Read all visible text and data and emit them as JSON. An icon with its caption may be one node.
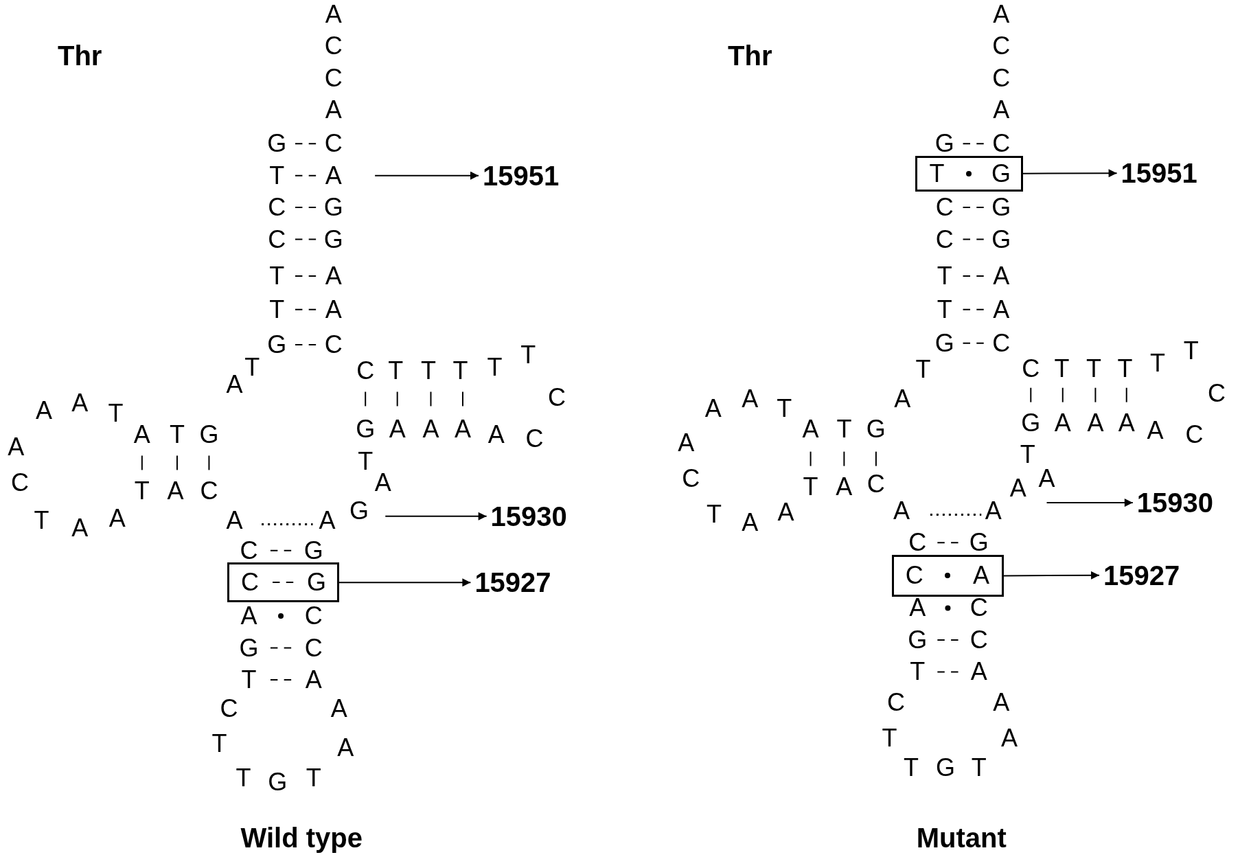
{
  "diagram": {
    "nodes": [
      {
        "text": [
          "15951"
        ]
      },
      {
        "text": [
          "15930"
        ]
      },
      {
        "text": [
          "C",
          "G"
        ]
      },
      {
        "text": [
          "15927"
        ]
      },
      {
        "text": [
          "T",
          "G"
        ]
      },
      {
        "text": [
          "15951"
        ]
      },
      {
        "text": [
          "15930"
        ]
      },
      {
        "text": [
          "C",
          "A"
        ]
      },
      {
        "text": [
          "15927"
        ]
      }
    ],
    "edges": [
      {
        "from": null,
        "to": 0,
        "arrow": "to"
      },
      {
        "from": null,
        "to": 1,
        "arrow": "to"
      },
      {
        "from": 2,
        "to": 3,
        "arrow": "to"
      },
      {
        "from": 4,
        "to": 5,
        "arrow": "to"
      },
      {
        "from": null,
        "to": 6,
        "arrow": "to"
      },
      {
        "from": 7,
        "to": 8,
        "arrow": "to"
      }
    ],
    "labels": [
      "Thr",
      "A",
      "C",
      "C",
      "A",
      "G",
      "C",
      "T",
      "A",
      "C",
      "G",
      "C",
      "G",
      "T",
      "A",
      "T",
      "A",
      "G",
      "C",
      "T",
      "C",
      "T",
      "T",
      "T",
      "T",
      "T",
      "A",
      "A",
      "A",
      "T",
      "C",
      "A",
      "T",
      "G",
      "G",
      "A",
      "A",
      "A",
      "A",
      "C",
      "A",
      "T",
      "C",
      "T",
      "A",
      "C",
      "A",
      "T",
      "A",
      "A",
      "A",
      "A",
      "G",
      "C",
      "G",
      "A",
      "C",
      "G",
      "C",
      "T",
      "A",
      "C",
      "A",
      "T",
      "A",
      "T",
      "G",
      "T",
      "Wild type",
      "Thr",
      "A",
      "C",
      "C",
      "A",
      "G",
      "C",
      "C",
      "G",
      "C",
      "G",
      "T",
      "A",
      "T",
      "A",
      "G",
      "C",
      "T",
      "C",
      "T",
      "T",
      "T",
      "T",
      "T",
      "A",
      "A",
      "A",
      "T",
      "C",
      "A",
      "T",
      "G",
      "G",
      "A",
      "A",
      "A",
      "A",
      "C",
      "A",
      "T",
      "C",
      "T",
      "A",
      "C",
      "A",
      "T",
      "A",
      "A",
      "A",
      "A",
      "A",
      "C",
      "G",
      "A",
      "C",
      "G",
      "C",
      "T",
      "A",
      "C",
      "A",
      "T",
      "A",
      "T",
      "G",
      "T",
      "Mutant"
    ]
  }
}
